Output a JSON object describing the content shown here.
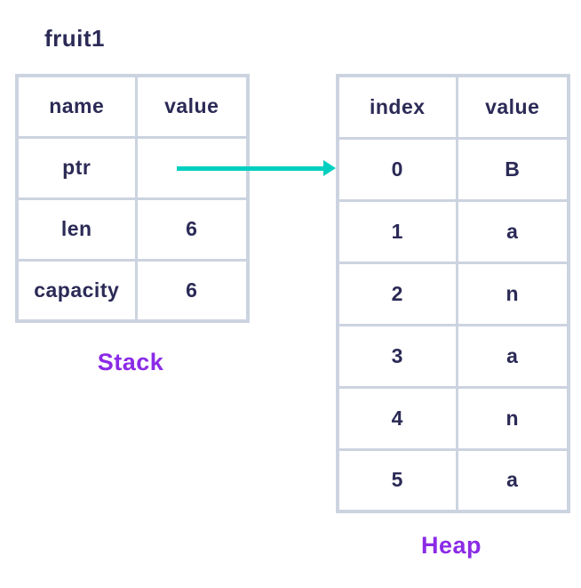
{
  "labels": {
    "variable": "fruit1"
  },
  "stack": {
    "label": "Stack",
    "headers": [
      "name",
      "value"
    ],
    "rows": [
      [
        "ptr",
        ""
      ],
      [
        "len",
        "6"
      ],
      [
        "capacity",
        "6"
      ]
    ]
  },
  "heap": {
    "label": "Heap",
    "headers": [
      "index",
      "value"
    ],
    "rows": [
      [
        "0",
        "B"
      ],
      [
        "1",
        "a"
      ],
      [
        "2",
        "n"
      ],
      [
        "3",
        "a"
      ],
      [
        "4",
        "n"
      ],
      [
        "5",
        "a"
      ]
    ]
  },
  "arrow": {
    "from": "stack ptr value cell",
    "to": "heap index 0",
    "direction": "right"
  },
  "colors": {
    "text": "#2b2a56",
    "segment-label": "#8b2be6",
    "border": "#ccd3e0",
    "arrow": "#00cfc0",
    "background": "#ffffff"
  }
}
